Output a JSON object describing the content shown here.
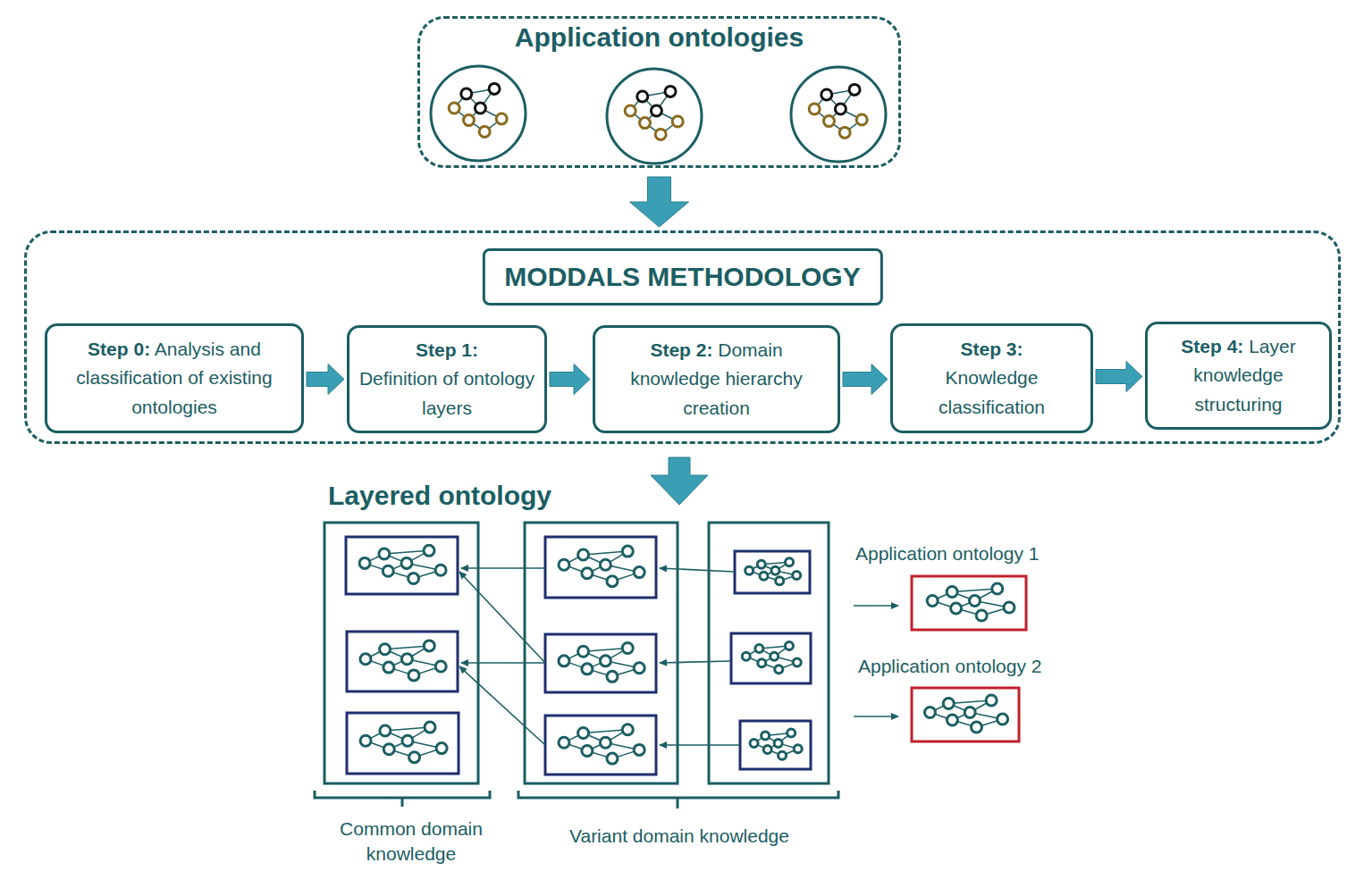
{
  "diagram": {
    "nodes": [
      {
        "text": [
          "Application ontologies"
        ]
      },
      {
        "text": [
          "MODDALS METHODOLOGY"
        ]
      },
      {
        "text": [
          "Step 0:",
          "Analysis and classification of existing ontologies"
        ],
        "in": 1
      },
      {
        "text": [
          "Step 1:",
          "Definition of ontology layers"
        ],
        "in": 1
      },
      {
        "text": [
          "Step 2:",
          "Domain knowledge hierarchy creation"
        ],
        "in": 1
      },
      {
        "text": [
          "Step 3:",
          "Knowledge classification"
        ],
        "in": 1
      },
      {
        "text": [
          "Step 4:",
          "Layer knowledge structuring"
        ],
        "in": 1
      }
    ],
    "edges": [
      {
        "from": 0,
        "to": 1,
        "arrow": "to"
      },
      {
        "from": 2,
        "to": 3,
        "arrow": "to"
      },
      {
        "from": 3,
        "to": 4,
        "arrow": "to"
      },
      {
        "from": 4,
        "to": 5,
        "arrow": "to"
      },
      {
        "from": 5,
        "to": 6,
        "arrow": "to"
      }
    ],
    "labels": [
      "Layered ontology",
      "Application ontology 1",
      "Application ontology 2",
      "Common domain knowledge",
      "Variant domain knowledge"
    ]
  }
}
